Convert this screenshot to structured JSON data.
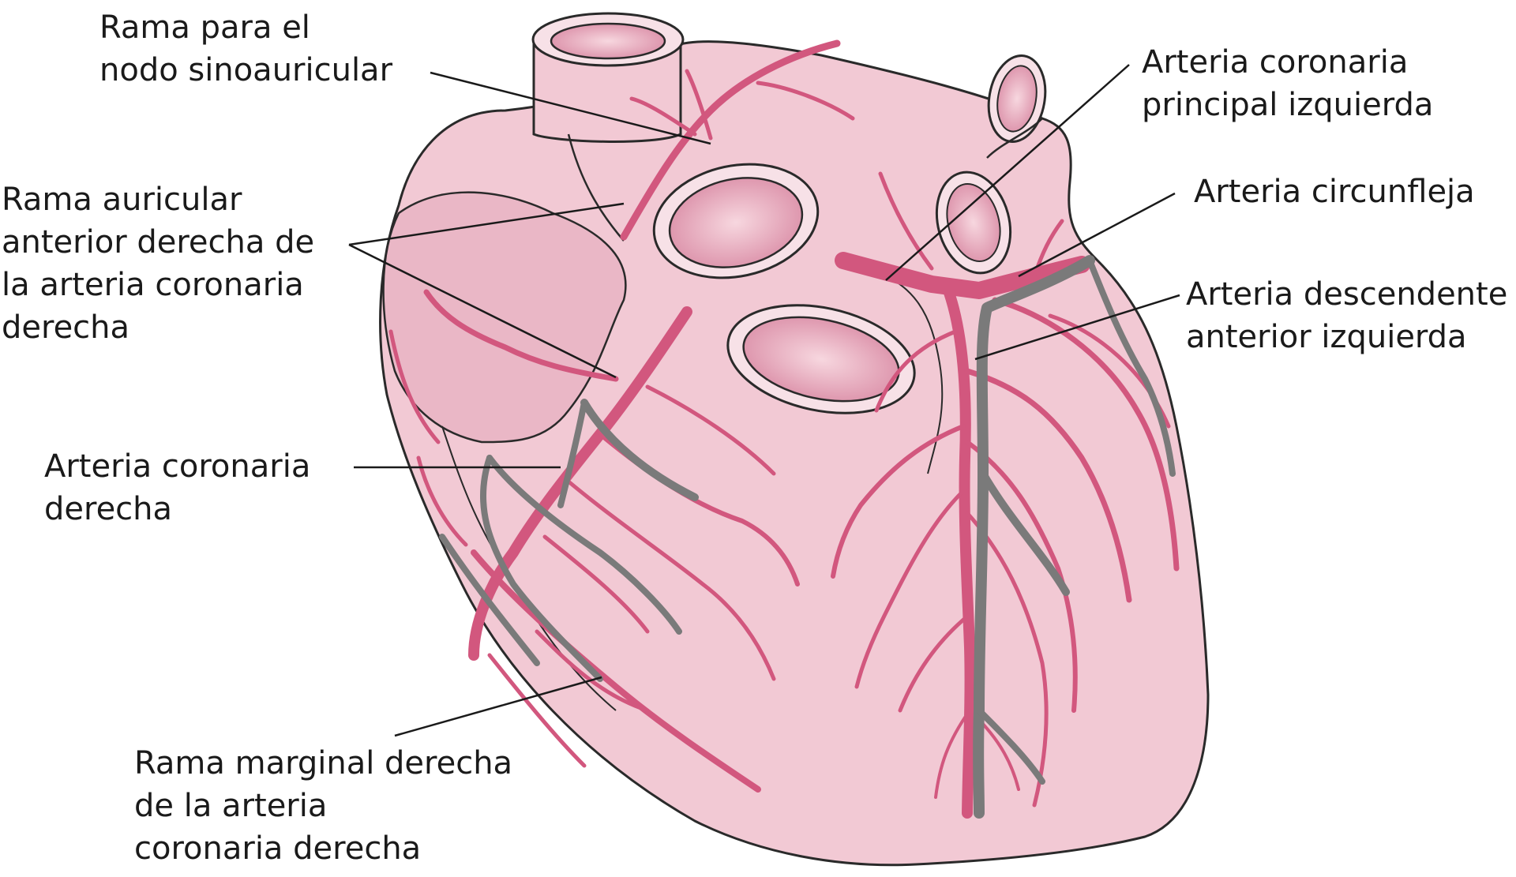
{
  "colors": {
    "heart_fill": "#f2c9d4",
    "heart_shade": "#e7a9bc",
    "outline": "#2a2a2a",
    "artery": "#d2577e",
    "vein": "#7a7a7a",
    "background": "#ffffff"
  },
  "labels": {
    "sa_node": [
      "Rama para el",
      "nodo sinoauricular"
    ],
    "right_atrial": [
      "Rama auricular",
      "anterior derecha de",
      "la arteria coronaria",
      "derecha"
    ],
    "right_coronary": [
      "Arteria coronaria",
      "derecha"
    ],
    "right_marginal": [
      "Rama marginal derecha",
      "de la arteria",
      "coronaria derecha"
    ],
    "left_main": [
      "Arteria coronaria",
      "principal izquierda"
    ],
    "circumflex": [
      "Arteria circunfleja"
    ],
    "lad": [
      "Arteria descendente",
      "anterior izquierda"
    ]
  }
}
